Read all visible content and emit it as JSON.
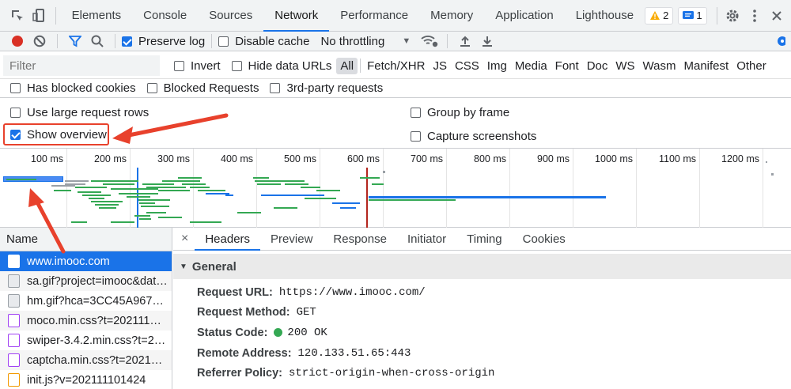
{
  "tabbar": {
    "tabs": [
      "Elements",
      "Console",
      "Sources",
      "Network",
      "Performance",
      "Memory",
      "Application",
      "Lighthouse"
    ],
    "warnings_count": "2",
    "issues_count": "1"
  },
  "toolbar": {
    "preserve_log": "Preserve log",
    "disable_cache": "Disable cache",
    "throttling": "No throttling"
  },
  "filter": {
    "placeholder": "Filter",
    "invert": "Invert",
    "hide_data_urls": "Hide data URLs",
    "types": [
      "All",
      "Fetch/XHR",
      "JS",
      "CSS",
      "Img",
      "Media",
      "Font",
      "Doc",
      "WS",
      "Wasm",
      "Manifest",
      "Other"
    ],
    "has_blocked_cookies": "Has blocked cookies",
    "blocked_requests": "Blocked Requests",
    "third_party": "3rd-party requests"
  },
  "settings": {
    "large_rows": "Use large request rows",
    "show_overview": "Show overview",
    "group_by_frame": "Group by frame",
    "capture_screenshots": "Capture screenshots"
  },
  "overview": {
    "ticks": [
      "100 ms",
      "200 ms",
      "300 ms",
      "400 ms",
      "500 ms",
      "600 ms",
      "700 ms",
      "800 ms",
      "900 ms",
      "1000 ms",
      "1100 ms",
      "1200 ms"
    ]
  },
  "requests": {
    "header": "Name",
    "rows": [
      {
        "name": "www.imooc.com",
        "type": "doc"
      },
      {
        "name": "sa.gif?project=imooc&dat…",
        "type": "img"
      },
      {
        "name": "hm.gif?hca=3CC45A967…",
        "type": "img"
      },
      {
        "name": "moco.min.css?t=202111…",
        "type": "css"
      },
      {
        "name": "swiper-3.4.2.min.css?t=2…",
        "type": "css"
      },
      {
        "name": "captcha.min.css?t=2021…",
        "type": "css"
      },
      {
        "name": "init.js?v=202111101424",
        "type": "js"
      }
    ]
  },
  "details": {
    "close": "×",
    "tabs": [
      "Headers",
      "Preview",
      "Response",
      "Initiator",
      "Timing",
      "Cookies"
    ],
    "section": "General",
    "fields": [
      {
        "key": "Request URL:",
        "value": "https://www.imooc.com/"
      },
      {
        "key": "Request Method:",
        "value": "GET"
      },
      {
        "key": "Status Code:",
        "value": "200 OK"
      },
      {
        "key": "Remote Address:",
        "value": "120.133.51.65:443"
      },
      {
        "key": "Referrer Policy:",
        "value": "strict-origin-when-cross-origin"
      }
    ]
  },
  "colors": {
    "accent": "#1a73e8",
    "annotation": "#e8412c"
  }
}
